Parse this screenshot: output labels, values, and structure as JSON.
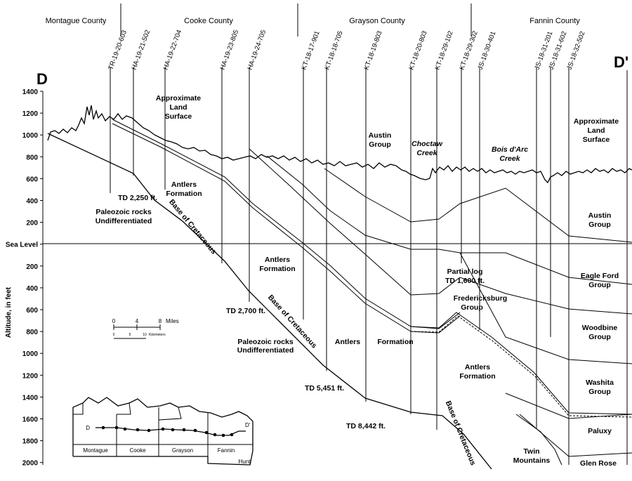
{
  "section": {
    "start_label": "D",
    "end_label": "D'",
    "y_axis_label": "Altitude, in feet",
    "y_ticks": [
      "1400",
      "1200",
      "1000",
      "800",
      "600",
      "400",
      "200",
      "Sea Level",
      "200",
      "400",
      "600",
      "800",
      "1000",
      "1200",
      "1400",
      "1600",
      "1800",
      "2000"
    ]
  },
  "counties": [
    "Montague County",
    "Cooke County",
    "Grayson County",
    "Fannin County"
  ],
  "wells": [
    "TR-19-20-603",
    "HA-19-21-502",
    "HA-19-22-704",
    "HA-19-23-805",
    "HA-19-24-705",
    "KT-18-17-901",
    "KT-18-18-705",
    "KT-18-19-803",
    "KT-18-20-803",
    "KT-18-29-102",
    "KT-18-29-302",
    "JS-18-30-401",
    "JS-18-31-201",
    "JS-18-31-602",
    "JS-18-32-502"
  ],
  "labels": {
    "land_surface_1": [
      "Approximate",
      "Land",
      "Surface"
    ],
    "land_surface_2": [
      "Approximate",
      "Land",
      "Surface"
    ],
    "antlers_1": [
      "Antlers",
      "Formation"
    ],
    "antlers_2": [
      "Antlers",
      "Formation"
    ],
    "antlers_3a": "Antlers",
    "antlers_3b": "Formation",
    "antlers_4": [
      "Antlers",
      "Formation"
    ],
    "paleozoic_1": [
      "Paleozoic rocks",
      "Undifferentiated"
    ],
    "paleozoic_2": [
      "Paleozoic rocks",
      "Undifferentiated"
    ],
    "base_cretaceous": "Base of Cretaceous",
    "td_1": "TD 2,250 ft.",
    "td_2": "TD 2,700 ft.",
    "td_3": "TD 5,451 ft.",
    "td_4": "TD 8,442 ft.",
    "partial_log": [
      "Partial log",
      "TD 1,600 ft."
    ],
    "austin_group_1": [
      "Austin",
      "Group"
    ],
    "choctaw_creek": [
      "Choctaw",
      "Creek"
    ],
    "bois_darc": [
      "Bois d'Arc",
      "Creek"
    ],
    "fredericksburg": [
      "Fredericksburg",
      "Group"
    ],
    "austin_group_2": [
      "Austin",
      "Group"
    ],
    "eagle_ford": [
      "Eagle Ford",
      "Group"
    ],
    "woodbine": [
      "Woodbine",
      "Group"
    ],
    "washita": [
      "Washita",
      "Group"
    ],
    "paluxy": "Paluxy",
    "twin_mountains": [
      "Twin",
      "Mountains"
    ],
    "glen_rose": "Glen Rose"
  },
  "scale": {
    "miles_ticks": [
      "0",
      "4",
      "8"
    ],
    "miles_unit": "Miles",
    "km_ticks": [
      "0",
      "5",
      "10"
    ],
    "km_unit": "Kilometers"
  },
  "index_map": {
    "counties": [
      "Montague",
      "Cooke",
      "Grayson",
      "Fannin",
      "Hunt"
    ],
    "start": "D",
    "end": "D'"
  }
}
